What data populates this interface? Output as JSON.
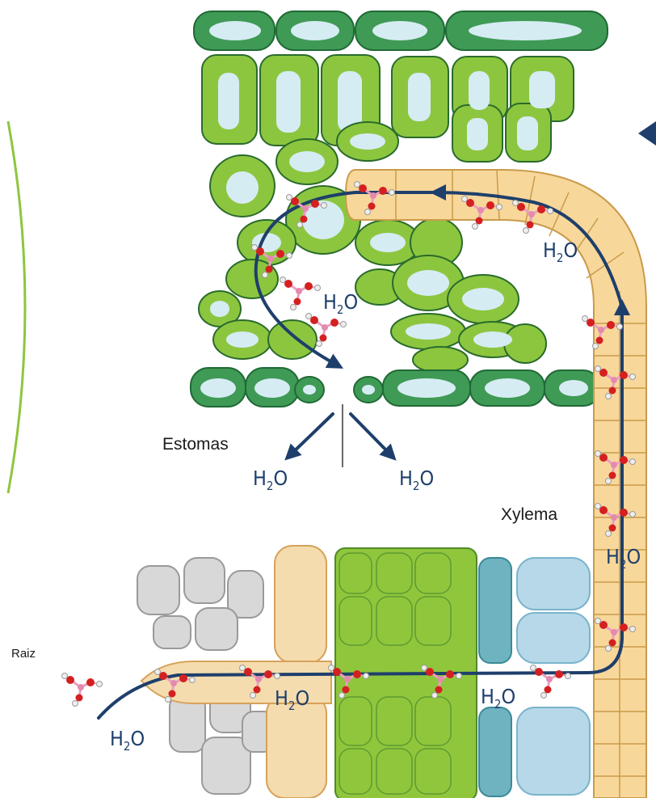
{
  "labels": {
    "estomas": "Estomas",
    "xylema": "Xylema",
    "raiz": "Raiz"
  },
  "molecule_text": {
    "h": "H",
    "sub": "2",
    "o": "O"
  },
  "colors": {
    "leaf_cell_fill": "#8cc63f",
    "leaf_cell_inner": "#d6ecf3",
    "epidermis_fill": "#3f9a55",
    "xylem_fill": "#f8d79b",
    "root_cortex_fill": "#8fc63c",
    "endodermis_fill": "#6fb3c0",
    "pericycle_fill": "#b6d8e8",
    "soil_fill": "#d8d8d8",
    "flow_arrow": "#1e3f6b",
    "oxygen_atom": "#d42020",
    "hydrogen_atom": "#eeeeee",
    "bond": "#e8a0c0",
    "outer_curve": "#8dc63f"
  }
}
